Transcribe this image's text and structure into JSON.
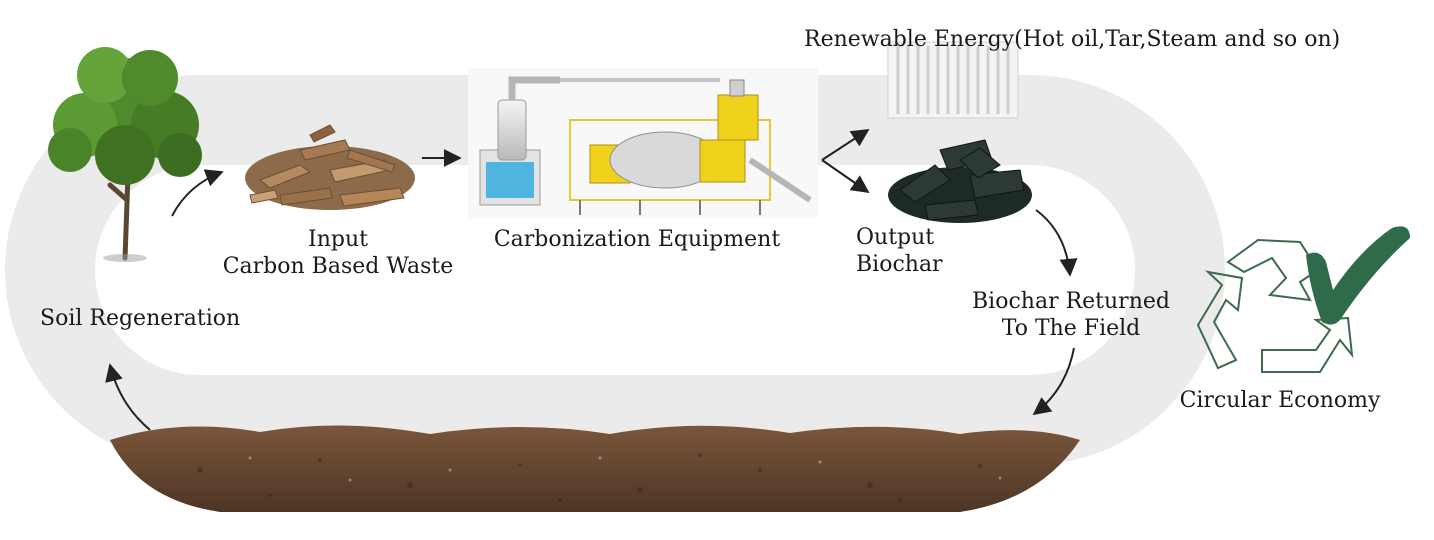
{
  "labels": {
    "renewable_energy": "Renewable Energy(Hot oil,Tar,Steam and so on)",
    "input_line1": "Input",
    "input_line2": "Carbon Based Waste",
    "carbonization": "Carbonization Equipment",
    "output_line1": "Output",
    "output_line2": "Biochar",
    "soil_regeneration": "Soil Regeneration",
    "returned_line1": "Biochar Returned",
    "returned_line2": "To The Field",
    "circular_economy": "Circular Economy"
  },
  "colors": {
    "loop_track": "#ebebeb",
    "soil": "#6b4a33",
    "tree_foliage": "#4f8a2b",
    "wood_chips": "#a47a55",
    "biochar": "#1e2a24",
    "machine_yellow": "#f0d21c",
    "recycle_outline": "#3d6b4c",
    "checkmark": "#2f6b4a"
  },
  "icons": [
    "tree-icon",
    "wood-chips-icon",
    "carbonization-machine-icon",
    "radiator-icon",
    "biochar-pile-icon",
    "recycle-icon",
    "checkmark-icon",
    "soil-icon"
  ]
}
